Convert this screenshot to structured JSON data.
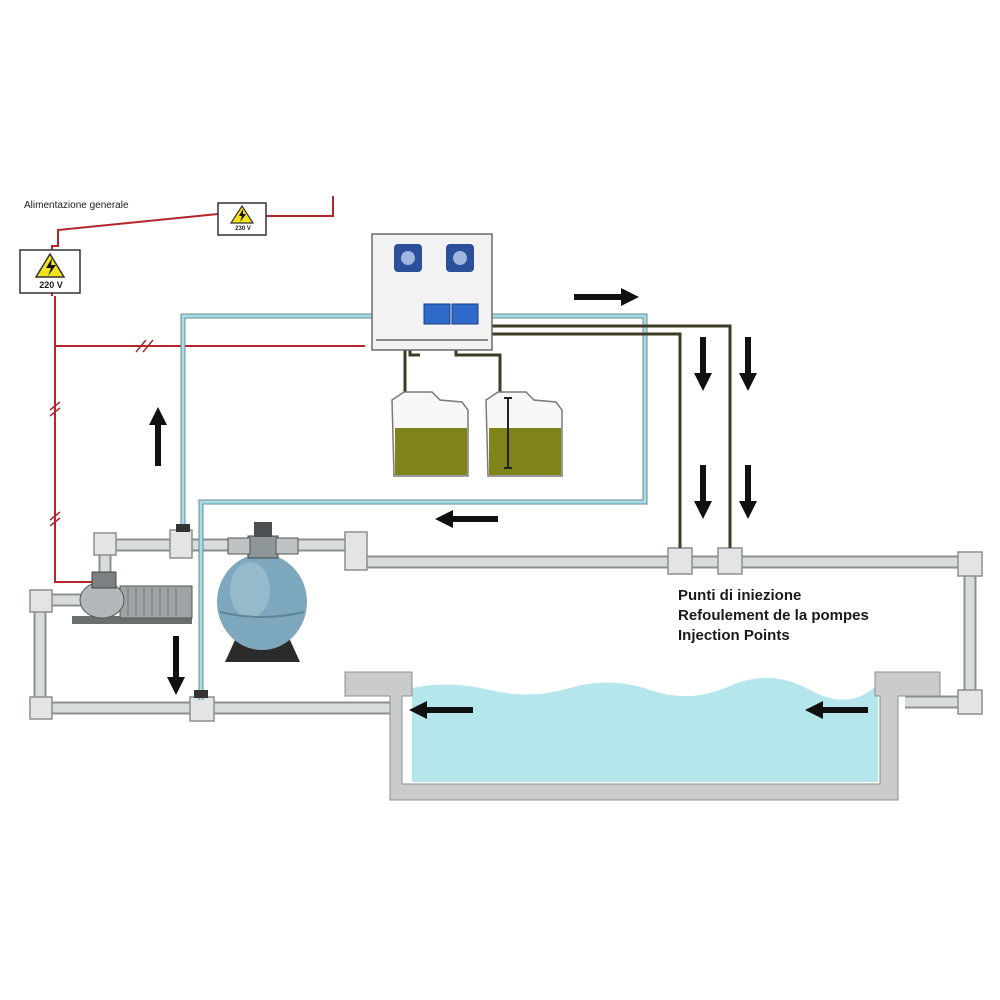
{
  "labels": {
    "power_supply": "Alimentazione generale",
    "main_voltage": "220 V",
    "small_voltage": "230 V",
    "injection_points": [
      "Punti di iniezione",
      "Refoulement de la pompes",
      "Injection Points"
    ]
  },
  "colors": {
    "electric_line": "#b3262b",
    "water_pipe": "#d9dcdc",
    "pipe_outline": "#8c8f90",
    "dosing_line": "#3d3b24",
    "injection_tube": "#a9dce4",
    "chemical_liquid": "#808418",
    "pool_water": "#b4e6ec",
    "pool_wall": "#c9cbcc",
    "filter_tank": "#7ea8bd",
    "pump_head": "#2c4f9a",
    "warning_yellow": "#f4e21a"
  },
  "icons": {
    "warning": "high-voltage-warning-icon",
    "flow": "arrow-icon",
    "filter": "sand-filter-icon",
    "pump": "circulation-pump-icon",
    "dosing": "dosing-pump-icon"
  }
}
